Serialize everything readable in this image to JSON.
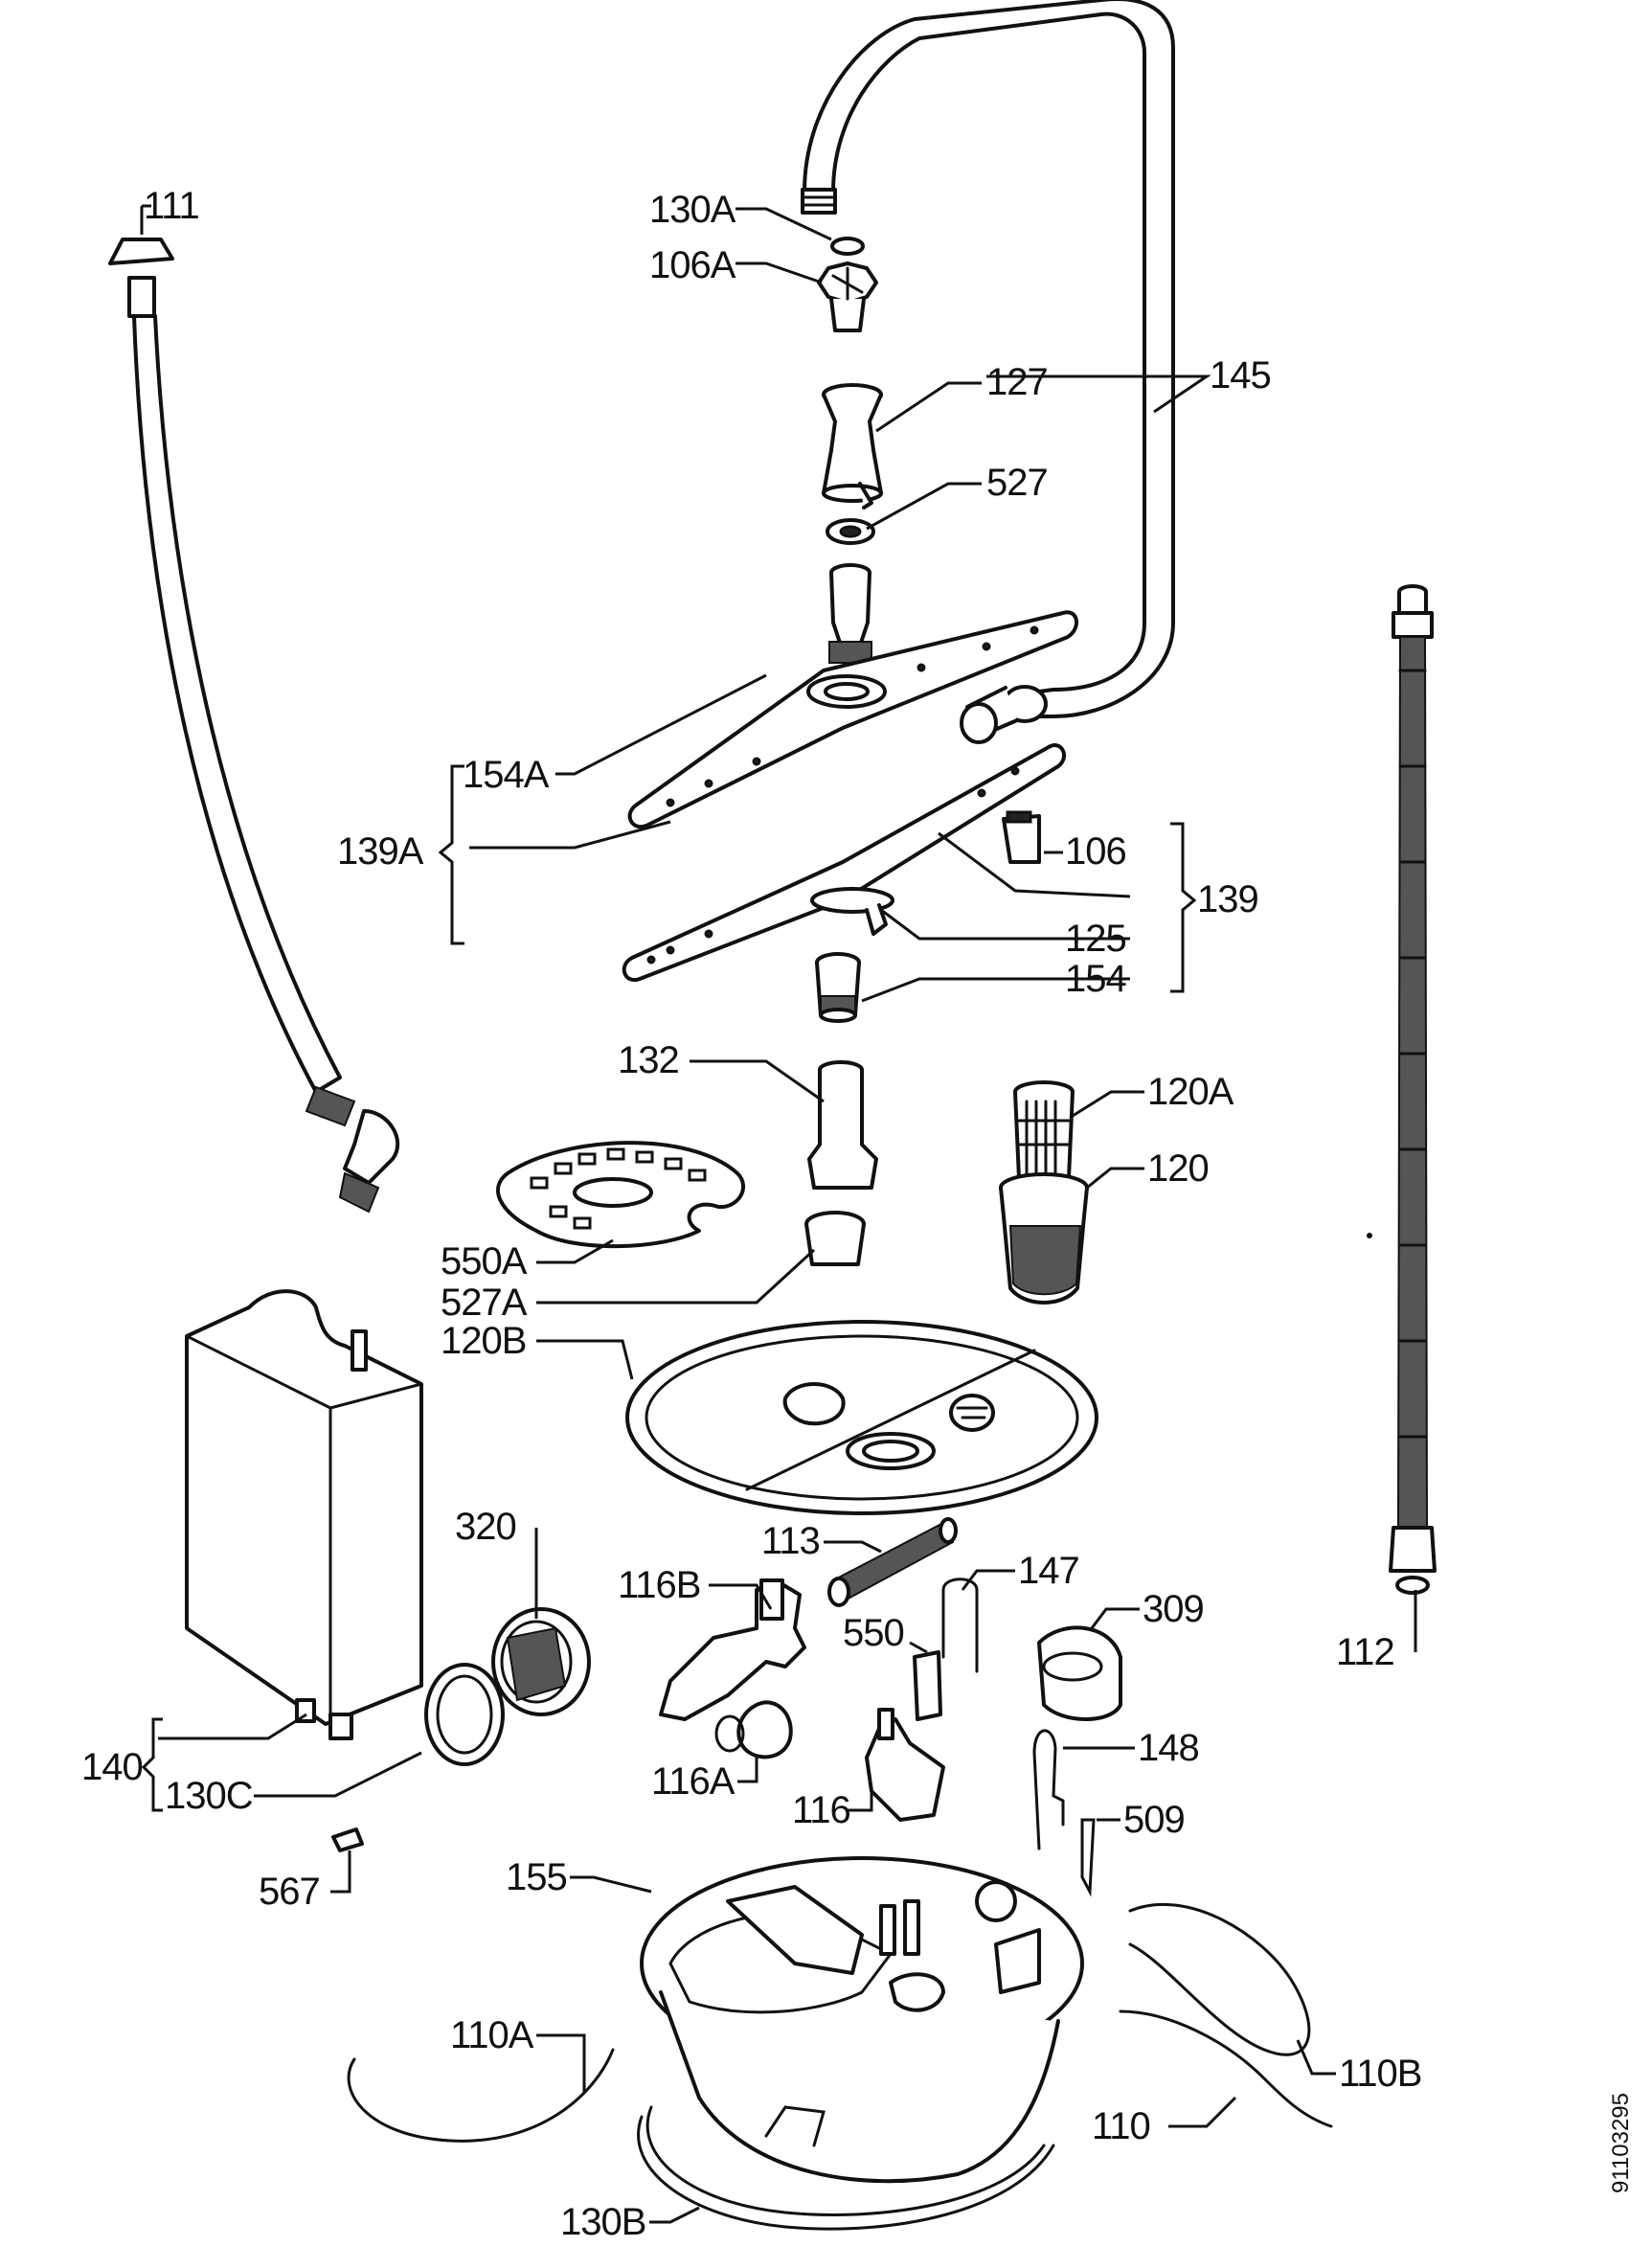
{
  "document_number": "91103295",
  "labels": {
    "l111": "111",
    "l130A": "130A",
    "l106A": "106A",
    "l145": "145",
    "l127": "127",
    "l527": "527",
    "l154A": "154A",
    "l139A": "139A",
    "l106": "106",
    "l139": "139",
    "l125": "125",
    "l154": "154",
    "l132": "132",
    "l120A": "120A",
    "l120": "120",
    "l550A": "550A",
    "l527A": "527A",
    "l120B": "120B",
    "l320": "320",
    "l113": "113",
    "l147": "147",
    "l116B": "116B",
    "l550": "550",
    "l309": "309",
    "l112": "112",
    "l148": "148",
    "l140": "140",
    "l130C": "130C",
    "l116A": "116A",
    "l116": "116",
    "l509": "509",
    "l567": "567",
    "l155": "155",
    "l110A": "110A",
    "l110": "110",
    "l110B": "110B",
    "l130B": "130B"
  }
}
